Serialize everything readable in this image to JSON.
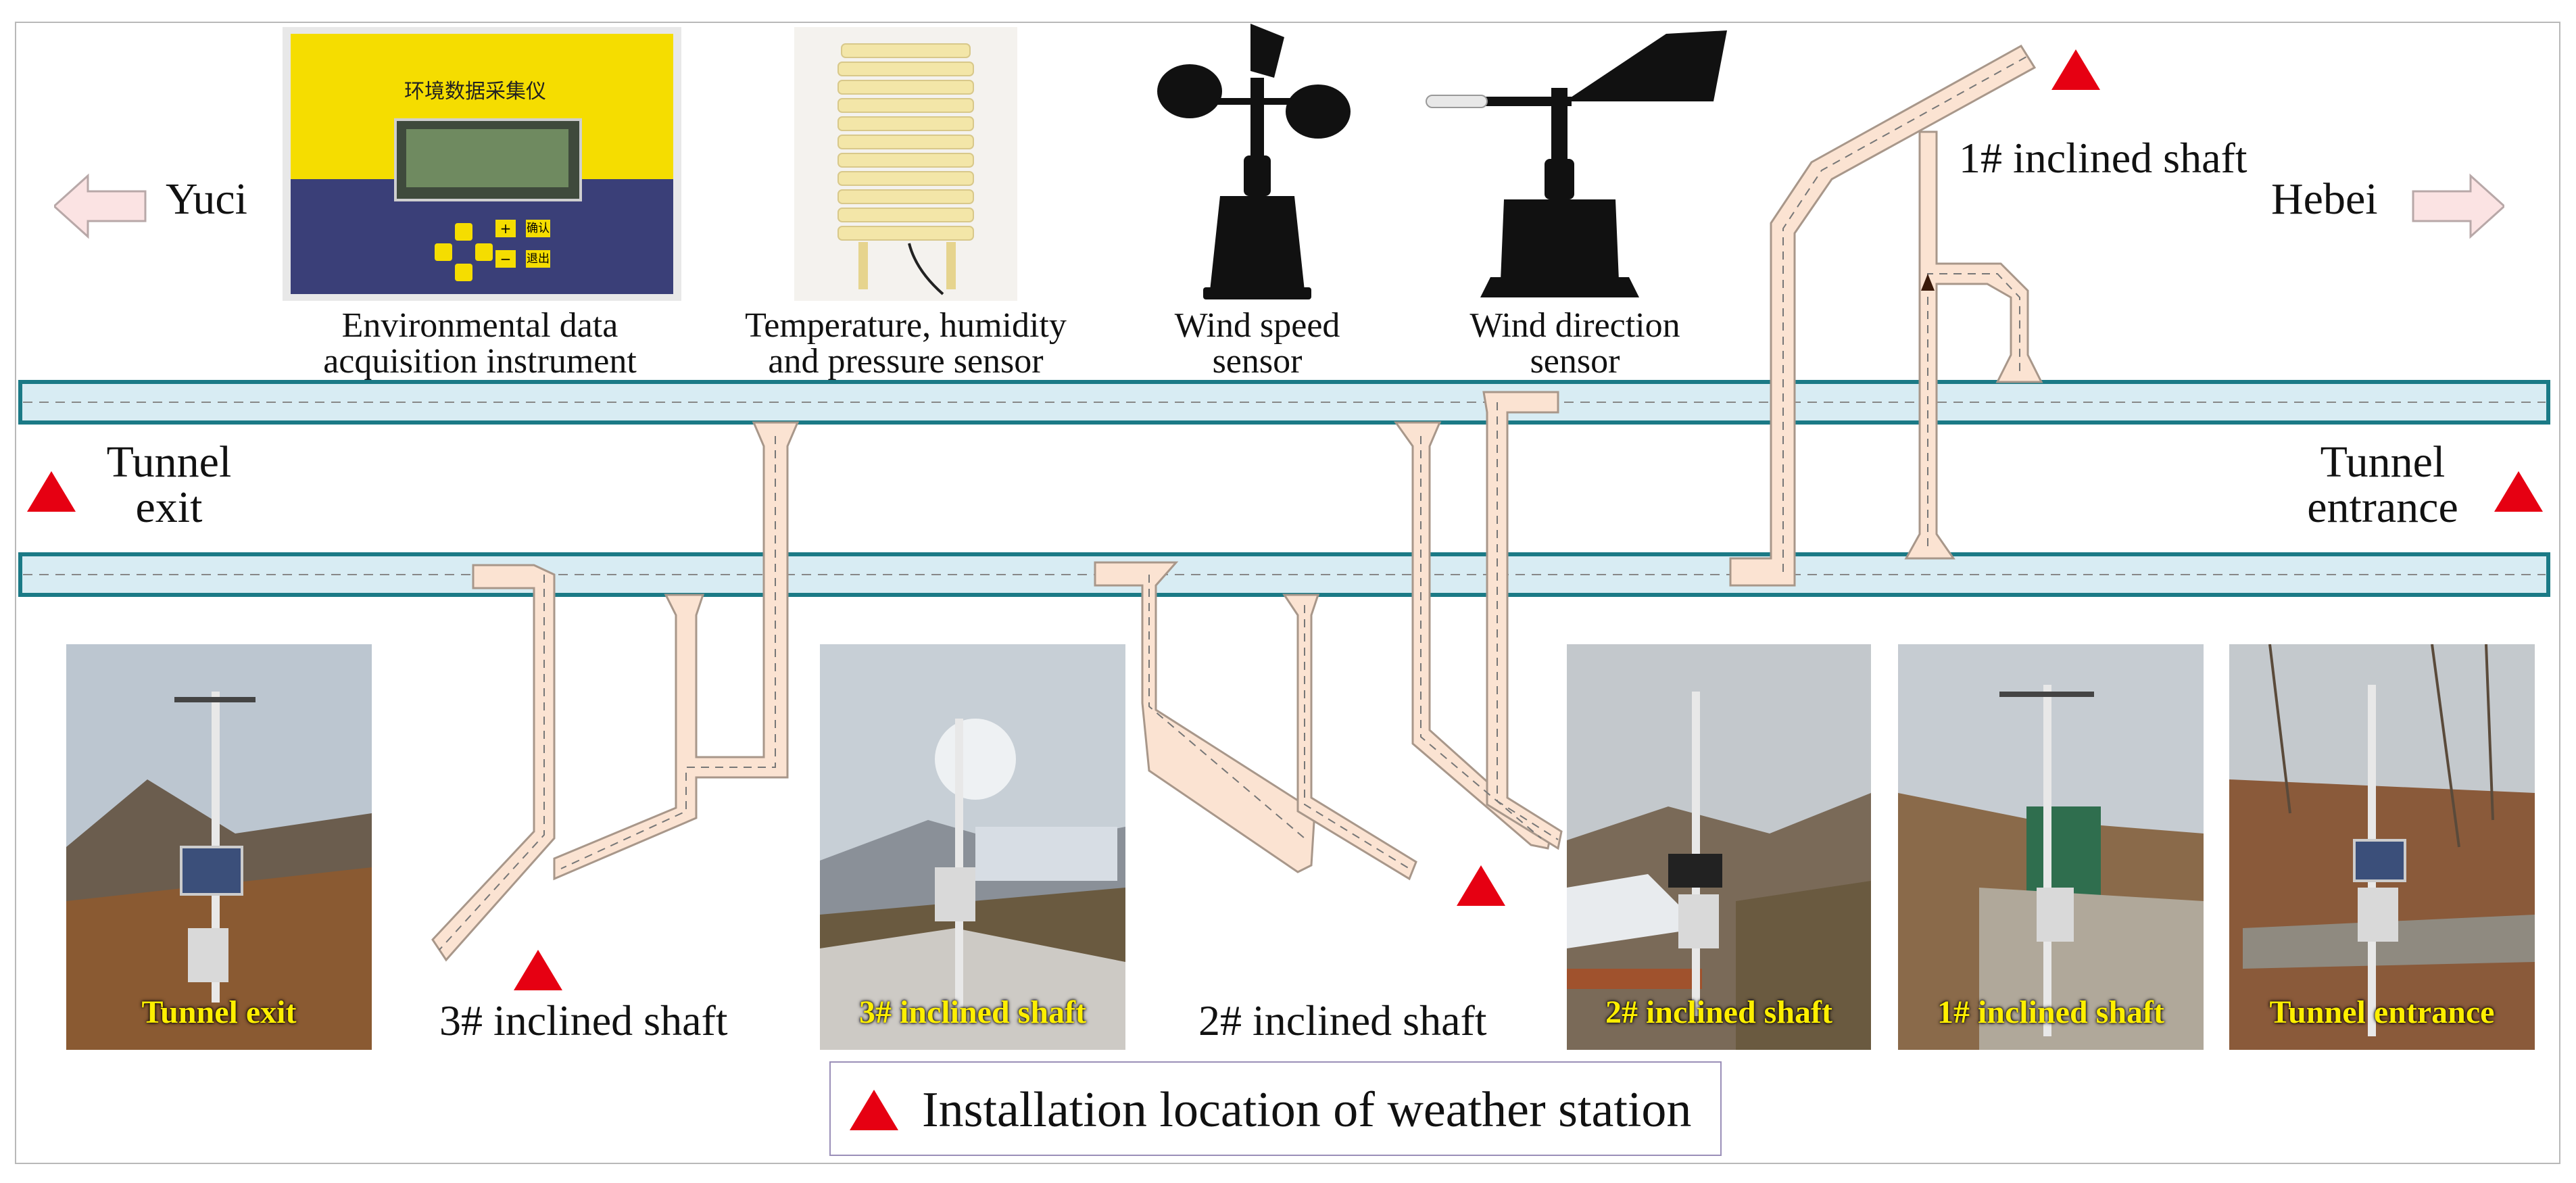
{
  "directions": {
    "left": "Yuci",
    "right": "Hebei"
  },
  "tunnel": {
    "exit_label": "Tunnel exit",
    "entrance_label": "Tunnel entrance"
  },
  "instruments": [
    {
      "caption": "Environmental data acquisition instrument",
      "screen_text": "环境数据采集仪",
      "button_labels": [
        "确认",
        "+",
        "−",
        "退出"
      ]
    },
    {
      "caption": "Temperature, humidity and pressure sensor"
    },
    {
      "caption": "Wind speed sensor"
    },
    {
      "caption": "Wind direction sensor"
    }
  ],
  "shafts": [
    {
      "label": "1# inclined shaft"
    },
    {
      "label": "2# inclined shaft"
    },
    {
      "label": "3# inclined shaft"
    }
  ],
  "photos": [
    {
      "caption": "Tunnel exit"
    },
    {
      "caption": "3# inclined shaft"
    },
    {
      "caption": "2# inclined shaft"
    },
    {
      "caption": "1# inclined shaft"
    },
    {
      "caption": "Tunnel entrance"
    }
  ],
  "legend": {
    "text": "Installation location of weather station"
  },
  "colors": {
    "station_marker": "#e60012",
    "shaft_fill": "#fbe3d2",
    "tunnel_border": "#1b7a86",
    "tunnel_fill": "#d8ecf3",
    "device_yellow": "#f5dd00",
    "device_navy": "#3a3f78"
  }
}
